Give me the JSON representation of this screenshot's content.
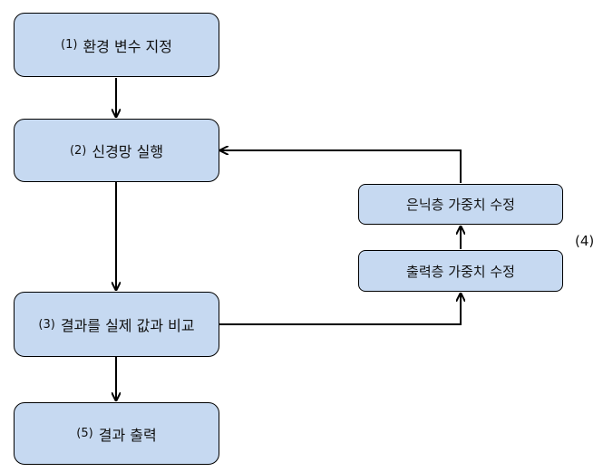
{
  "steps": [
    {
      "num": "(1)",
      "label": "환경 변수 지정"
    },
    {
      "num": "(2)",
      "label": "신경망 실행"
    },
    {
      "num": "(3)",
      "label": "결과를 실제 값과 비교"
    },
    {
      "num": "(5)",
      "label": "결과 출력"
    }
  ],
  "feedback": {
    "hidden": "은닉층 가중치 수정",
    "output": "출력층 가중치 수정",
    "step_num": "(4)"
  },
  "colors": {
    "box_fill": "#c6d9f1",
    "border": "#000000",
    "arrow": "#000000"
  }
}
